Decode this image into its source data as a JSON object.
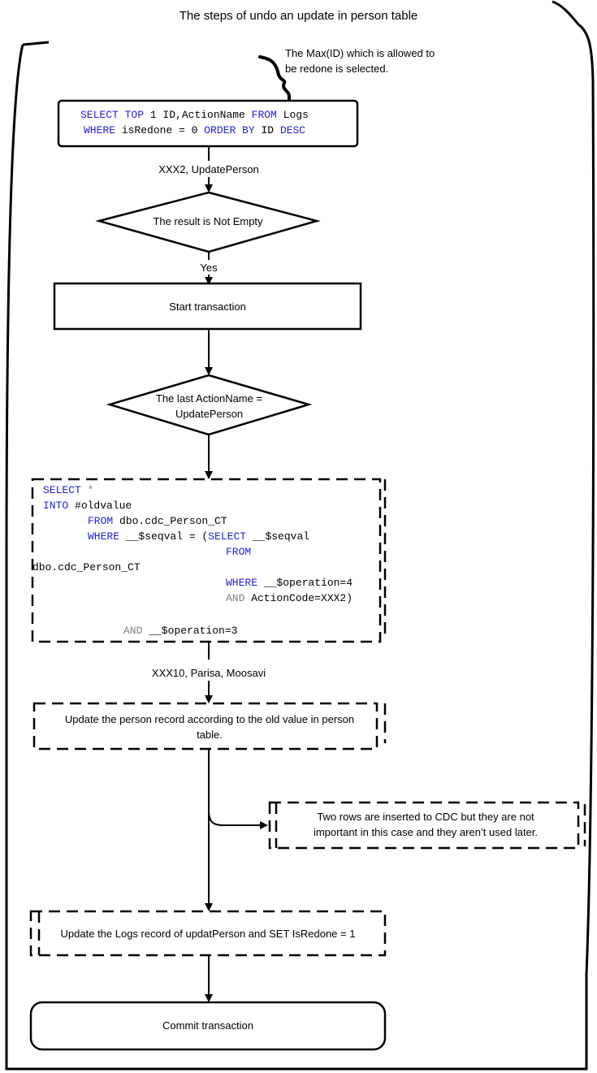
{
  "title": "The steps of undo an update in person table",
  "note": {
    "line1": "The Max(ID) which is allowed to",
    "line2": "be redone is selected."
  },
  "query1": {
    "l1": [
      "SELECT",
      " TOP ",
      "1 ID,ActionName ",
      "FROM",
      " Logs"
    ],
    "l2": [
      "WHERE",
      " isRedone = 0 ",
      "ORDER BY",
      " ID ",
      "DESC"
    ]
  },
  "edge1_label": "XXX2, UpdatePerson",
  "decision1": "The result is Not Empty",
  "yes_label": "Yes",
  "start_tx": "Start transaction",
  "decision2": {
    "line1": "The last ActionName =",
    "line2": "UpdatePerson"
  },
  "query2": {
    "select_kw": "SELECT",
    "star": " *",
    "into_kw": "INTO",
    "into_rest": " #oldvalue",
    "from_kw": "FROM",
    "from_rest": " dbo.cdc_Person_CT",
    "where_kw": "WHERE",
    "where_rest": " __$seqval = (",
    "sub_select_kw": "SELECT",
    "sub_select_rest": " __$seqval",
    "sub_from_kw": "FROM",
    "table": "dbo.cdc_Person_CT",
    "sub_where_kw": "WHERE",
    "sub_where_rest": " __$operation=4",
    "sub_and_kw": "AND",
    "sub_and_rest": " ActionCode=XXX2)",
    "and_kw": "AND",
    "and_rest": " __$operation=3"
  },
  "edge2_label": "XXX10, Parisa, Moosavi",
  "update_person": {
    "line1": "Update the person record according to the old value in person",
    "line2": "table."
  },
  "cdc_note": {
    "line1": "Two rows are inserted to CDC  but they are not",
    "line2": "important in this case and they aren’t used later."
  },
  "update_logs": "Update the Logs record of updatPerson and SET IsRedone = 1",
  "commit_tx": "Commit transaction"
}
